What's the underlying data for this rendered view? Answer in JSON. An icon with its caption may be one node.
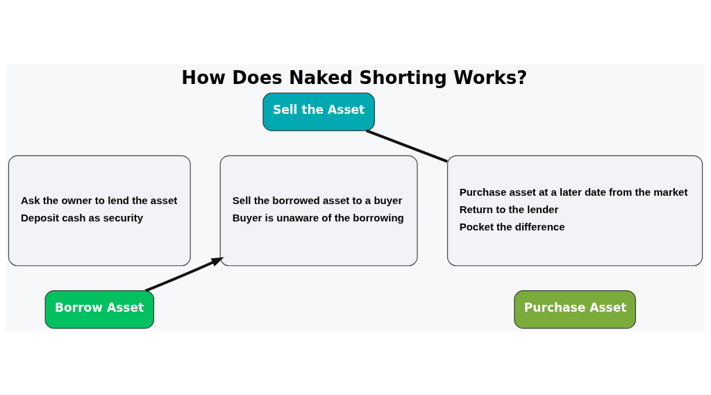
{
  "diagram": {
    "title": "How Does Naked Shorting Works?",
    "nodes": [
      {
        "text": [
          "Ask the owner to lend the asset",
          "Deposit cash as security"
        ]
      },
      {
        "text": [
          "Borrow Asset"
        ]
      },
      {
        "text": [
          "Sell the Asset"
        ]
      },
      {
        "text": [
          "Sell the borrowed asset to a buyer",
          "Buyer is unaware of the borrowing"
        ]
      },
      {
        "text": [
          "Purchase asset at a later date from the market",
          "Return to the lender",
          "Pocket the difference"
        ]
      },
      {
        "text": [
          "Purchase Asset"
        ]
      }
    ],
    "edges": [
      {
        "from": 1,
        "to": 3,
        "arrow": "to"
      },
      {
        "from": 2,
        "to": 4,
        "arrow": "none"
      }
    ]
  }
}
